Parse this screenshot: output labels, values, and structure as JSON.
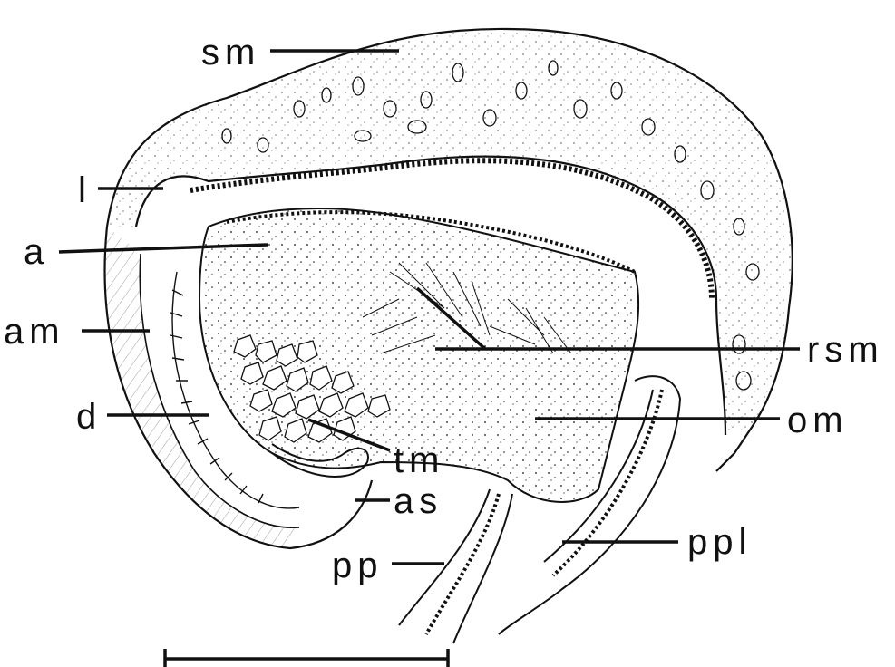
{
  "labels": {
    "sm": "sm",
    "l": "l",
    "a": "a",
    "am": "am",
    "d": "d",
    "tm": "tm",
    "as": "as",
    "pp": "pp",
    "ppl": "ppl",
    "rsm": "rsm",
    "om": "om"
  },
  "colors": {
    "ink": "#111111",
    "paper": "#ffffff"
  }
}
